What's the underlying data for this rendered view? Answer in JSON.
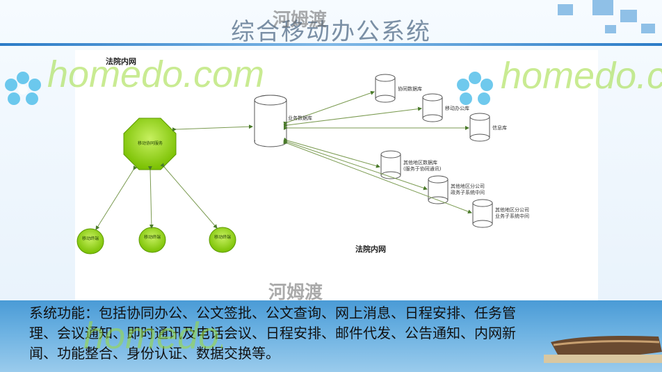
{
  "slide": {
    "title": "综合移动办公系统",
    "diagram": {
      "top_label": "法院内网",
      "bottom_label": "法院内网",
      "hub_label": "移动协同服务",
      "center_db_label": "业务数据库",
      "client_labels": [
        "移动终端",
        "移动终端",
        "移动终端"
      ],
      "right_dbs": [
        "协同数据库",
        "移动办公库",
        "信息库",
        "其他地区数据库\n(服务于协同通讯)",
        "其他地区分公司\n政务子系统中间",
        "其他地区分公司\n业务子系统中间"
      ]
    },
    "functions_text": "系统功能：包括协同办公、公文签批、公文查询、网上消息、日程安排、任务管理、会议通知、即时通讯及电话会议、日程安排、邮件代发、公告通知、内网新闻、功能整合、身份认证、数据交换等。"
  },
  "watermarks": {
    "homedo_1": "homedo.com",
    "homedo_2": "homedo.com",
    "homedo_3": "homedo.com",
    "cn_1": "河姆渡",
    "cn_2": "河姆渡"
  },
  "colors": {
    "accent_blue": "#2c7cc7",
    "node_green": "#8fd000",
    "watermark_green": "#9ddc3a"
  }
}
